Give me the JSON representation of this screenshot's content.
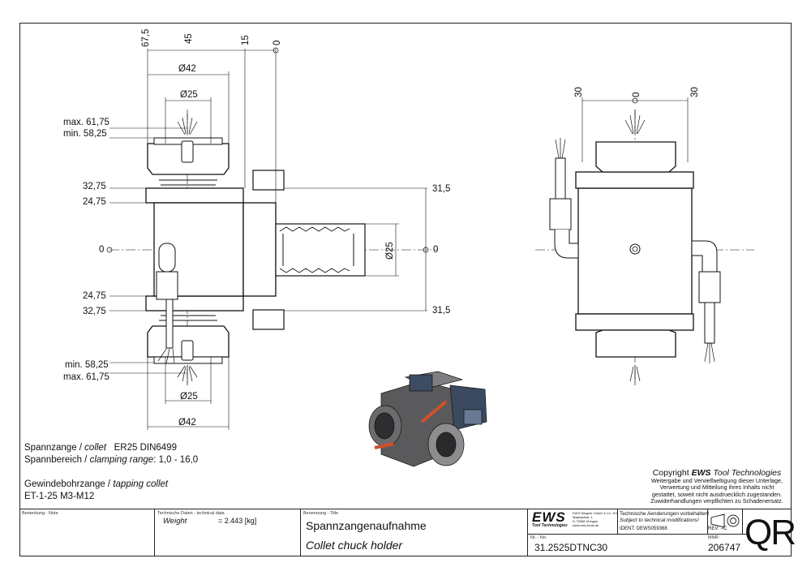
{
  "dims_left": {
    "d67_5": "67,5",
    "d45": "45",
    "d15": "15",
    "d0_top": "0",
    "phi42_top": "Ø42",
    "phi25_top": "Ø25",
    "max_top": "max. 61,75",
    "min_top": "min. 58,25",
    "d32_75_top": "32,75",
    "d24_75_top": "24,75",
    "d0_left": "0",
    "d24_75_bot": "24,75",
    "d32_75_bot": "32,75",
    "min_bot": "min. 58,25",
    "max_bot": "max. 61,75",
    "phi25_bot": "Ø25",
    "phi42_bot": "Ø42",
    "d31_5_top": "31,5",
    "d0_right": "0",
    "d31_5_bot": "31,5",
    "phi25_shank": "Ø25"
  },
  "dims_right": {
    "d30_left": "30",
    "d0": "0",
    "d30_right": "30"
  },
  "notes": {
    "collet_de": "Spannzange / ",
    "collet_en": "collet",
    "collet_val": "ER25    DIN6499",
    "range_de": "Spannbereich / ",
    "range_en": "clamping range",
    "range_val": ": 1,0 - 16,0",
    "tap_de": "Gewindebohrzange / ",
    "tap_en": "tapping collet",
    "tap_val": "ET-1-25    M3-M12"
  },
  "copyright": {
    "pre": "Copyright ",
    "brand": "EWS",
    "post": " Tool Technologies",
    "lines": [
      "Weitergabe und Vervielfaeltigung dieser Unterlage,",
      "Verwertung und Mitteilung ihres Inhalts nicht",
      "gestattet, soweit nicht ausdruecklich zugestanden.",
      "Zuwiderhandlungen verpflichten zu Schadenersatz."
    ]
  },
  "title_block": {
    "remark_label": "Bemerkung - Note",
    "tech_label": "Technische Daten - technical data",
    "weight_label": "Weight",
    "weight_value": "=   2.443 [kg]",
    "name_label": "Benennung - Title",
    "name_de": "Spannzangenaufnahme",
    "name_en": "Collet chuck holder",
    "logo": "EWS",
    "logo_sub": "Tool Technologies",
    "company": [
      "EWS Weigele GmbH & Co. KG",
      "Maybachstr. 1",
      "D-73066 Uhingen",
      "www.ews-tools.de"
    ],
    "change_de": "Technische Aenderungen vorbehalten!",
    "change_en": "Subject to technical modifications!",
    "ident": "IDENT:  DEWS059368",
    "rev": "REV:   -/C",
    "nr_label": "Nr. - No.",
    "nr": "31.2525DTNC30",
    "mnr_label": "MNR:",
    "mnr": "206747",
    "qr": "QR"
  }
}
